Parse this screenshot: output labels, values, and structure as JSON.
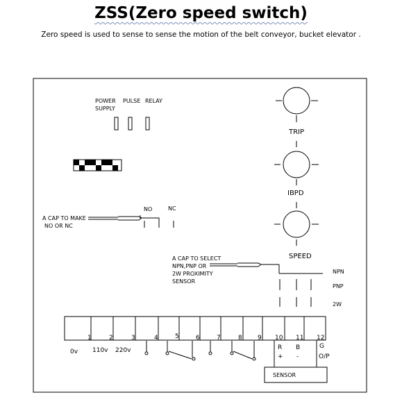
{
  "header": {
    "title": "ZSS(Zero speed switch)",
    "subtitle": "Zero speed is used to sense to sense the motion of the belt conveyor, bucket elevator ."
  },
  "indicators": {
    "power_line1": "POWER",
    "power_line2": "SUPPLY",
    "pulse": "PULSE",
    "relay": "RELAY"
  },
  "knobs": {
    "trip": "TRIP",
    "ibpd": "IBPD",
    "speed": "SPEED"
  },
  "relay_jumper": {
    "label_line1": "A CAP TO MAKE",
    "label_line2": "NO OR NC",
    "no": "NO",
    "nc": "NC"
  },
  "sensor_jumper": {
    "label_line1": "A CAP TO SELECT",
    "label_line2": "NPN,PNP OR",
    "label_line3": "2W PROXIMITY",
    "label_line4": "SENSOR",
    "npn": "NPN",
    "pnp": "PNP",
    "two_wire": "2W"
  },
  "terminals": {
    "numbers": [
      "1",
      "2",
      "3",
      "4",
      "5",
      "6",
      "7",
      "8",
      "9",
      "10",
      "11",
      "12"
    ],
    "supply_0v": "0v",
    "supply_110v": "110v",
    "supply_220v": "220v",
    "t10_top": "R",
    "t10_bottom": "+",
    "t11_top": "B",
    "t11_bottom": "-",
    "t12_top": "G",
    "t12_bottom": "O/P",
    "sensor_box": "SENSOR"
  }
}
